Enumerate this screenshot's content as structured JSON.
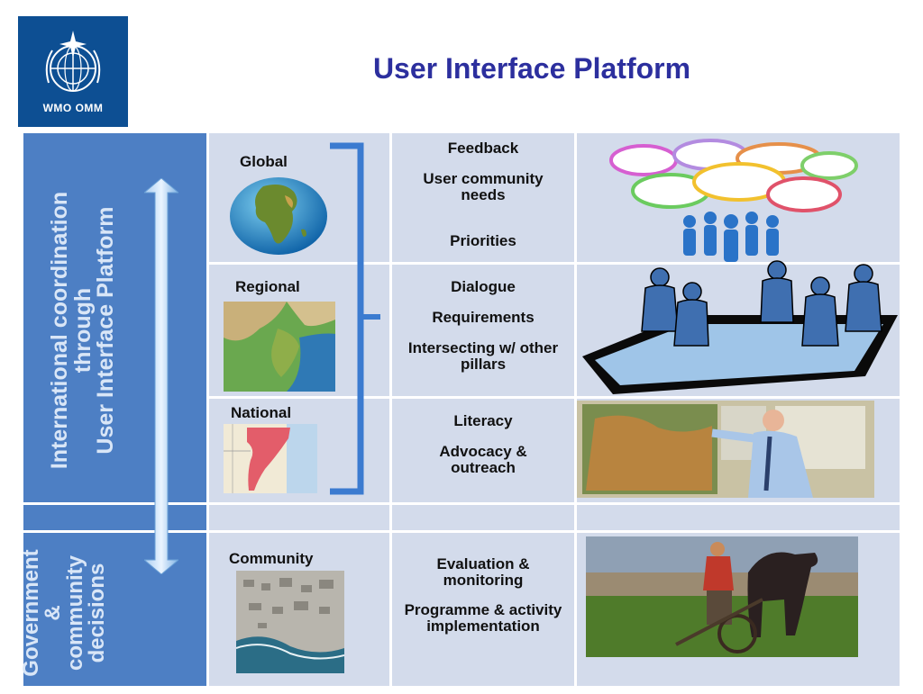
{
  "logo": {
    "text": "WMO OMM",
    "icon": "wmo-emblem-icon",
    "color": "#0d4f93"
  },
  "title": "User Interface Platform",
  "side_labels": {
    "international": [
      "International coordination",
      "through",
      "User Interface Platform"
    ],
    "government": [
      "Government",
      "&",
      "community",
      "decisions"
    ]
  },
  "levels": [
    {
      "label": "Global",
      "image": "globe-icon"
    },
    {
      "label": "Regional",
      "image": "regional-map-icon"
    },
    {
      "label": "National",
      "image": "national-map-icon"
    },
    {
      "label": "Community",
      "image": "aerial-town-icon"
    }
  ],
  "activities": {
    "global": [
      "Feedback",
      "User community needs",
      "Priorities"
    ],
    "regional": [
      "Dialogue",
      "Requirements",
      "Intersecting w/ other pillars"
    ],
    "national": [
      "Literacy",
      "Advocacy & outreach"
    ],
    "community": [
      "Evaluation & monitoring",
      "Programme & activity implementation"
    ]
  },
  "colors": {
    "band": "#4d7fc4",
    "cell": "#d3dbeb",
    "title": "#2c2f9e",
    "arrow": "#7db1e6",
    "bracket": "#3b7bd0"
  }
}
